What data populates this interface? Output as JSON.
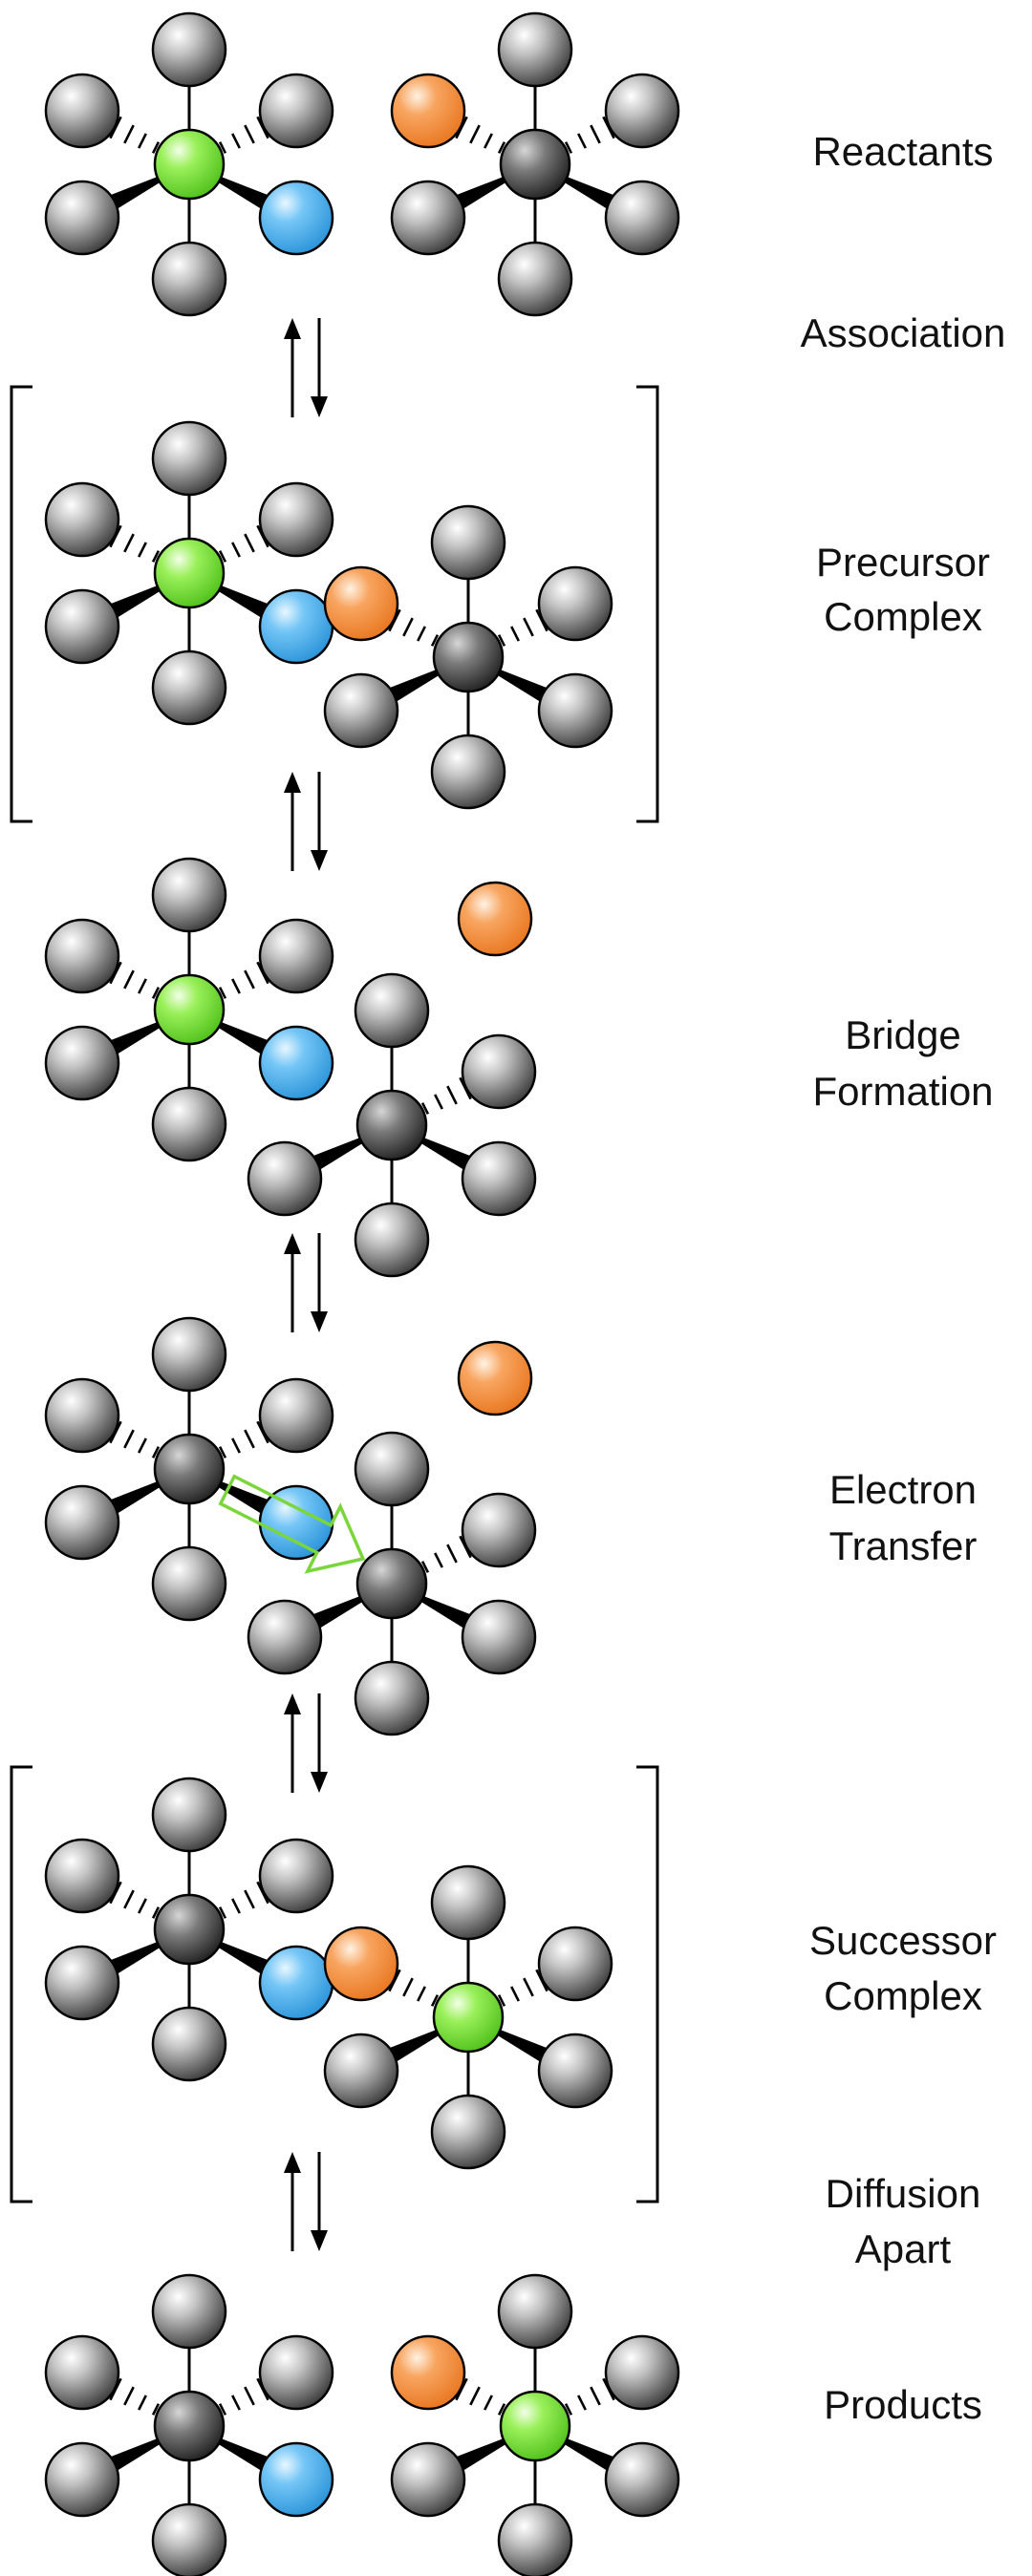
{
  "labels": {
    "reactants": "Reactants",
    "association": "Association",
    "precursor_line1": "Precursor",
    "precursor_line2": "Complex",
    "bridge_line1": "Bridge",
    "bridge_line2": "Formation",
    "electron_line1": "Electron",
    "electron_line2": "Transfer",
    "successor_line1": "Successor",
    "successor_line2": "Complex",
    "diffusion_line1": "Diffusion",
    "diffusion_line2": "Apart",
    "products": "Products"
  },
  "colors": {
    "metal_reduced": "#7be83a",
    "metal_oxidized": "#333333",
    "bridging_ligand": "#49b0f2",
    "leaving_ligand": "#f48a34",
    "ligand": "#555555",
    "electron_transfer_arrow": "#7ad63c"
  },
  "stages": [
    {
      "id": "reactants",
      "complexes": [
        {
          "metal": "reduced",
          "ligand": "bridging_ligand"
        },
        {
          "metal": "oxidized",
          "ligand": "leaving_ligand"
        }
      ]
    },
    {
      "id": "precursor-complex",
      "bracketed": true
    },
    {
      "id": "bridge-formation"
    },
    {
      "id": "electron-transfer"
    },
    {
      "id": "successor-complex",
      "bracketed": true
    },
    {
      "id": "products",
      "complexes": [
        {
          "metal": "oxidized",
          "ligand": "bridging_ligand"
        },
        {
          "metal": "reduced",
          "ligand": "leaving_ligand"
        }
      ]
    }
  ]
}
